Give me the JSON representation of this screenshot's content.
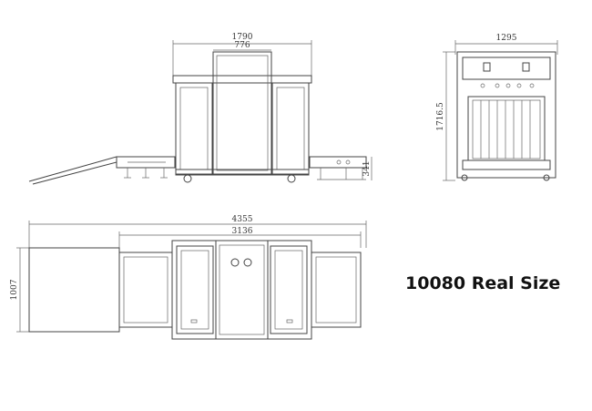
{
  "title": "10080 Real Size",
  "front_view": {
    "overall_width": "1790",
    "tunnel_width": "776",
    "conveyor_height": "341"
  },
  "side_view": {
    "width": "1295",
    "height": "1716.5"
  },
  "top_view": {
    "total_length": "4355",
    "body_length": "3136",
    "width": "1007"
  }
}
